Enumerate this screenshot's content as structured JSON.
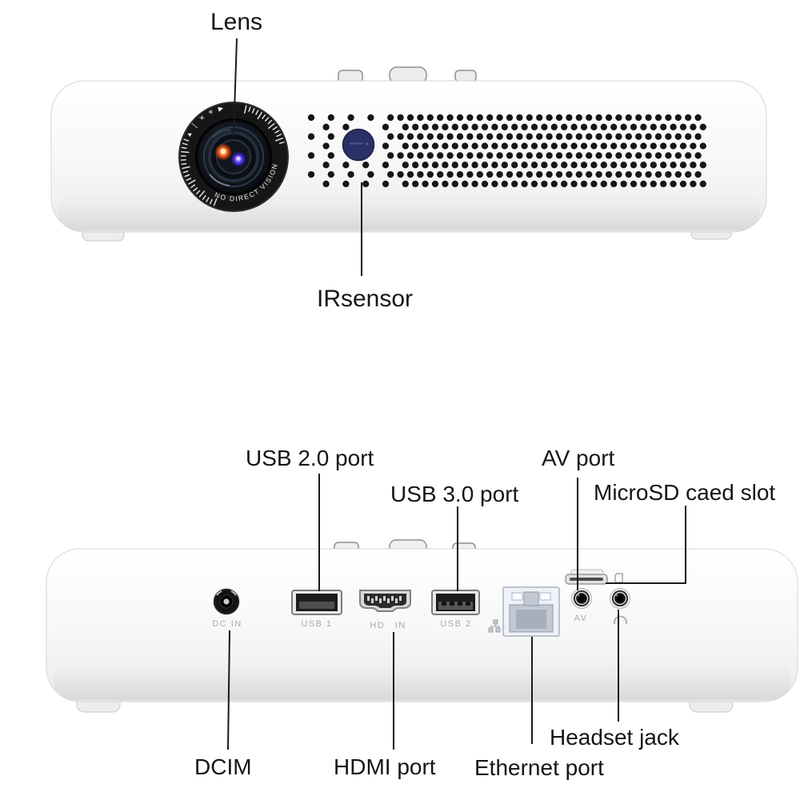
{
  "front": {
    "callout_lens": "Lens",
    "callout_ir": "IRsensor",
    "lens_ring_text": "NO DIRECT VISION",
    "lens_ring_symbols": [
      "▲",
      "│",
      "✕",
      "✳",
      "▶"
    ]
  },
  "back": {
    "callout_usb20": "USB 2.0 port",
    "callout_usb30": "USB 3.0 port",
    "callout_av": "AV port",
    "callout_microsd": "MicroSD caed slot",
    "callout_dcim": "DCIM",
    "callout_hdmi": "HDMI port",
    "callout_ethernet": "Ethernet port",
    "callout_headset": "Headset jack",
    "port_dcin": "DC IN",
    "port_usb1": "USB 1",
    "port_hdin": "HD IN",
    "port_usb2": "USB 2",
    "port_av": "AV"
  },
  "colors": {
    "annotation_line": "#1a1a1a",
    "callout_text": "#161616",
    "device_body": "#f8f8f8",
    "grille_dot": "#161616",
    "ir_sensor": "#2a3166",
    "lens_ring": "#161616",
    "port_label_text": "#a7abb0",
    "ethernet_body": "#eef2f8",
    "red_glow": "#ff4a00",
    "blue_glow": "#4a3bff"
  }
}
